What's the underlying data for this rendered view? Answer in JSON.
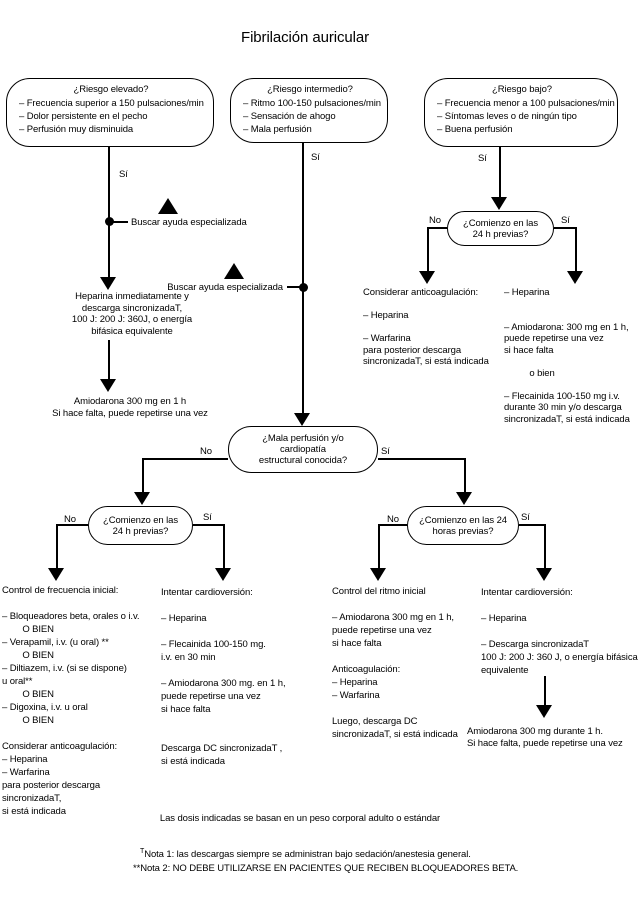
{
  "title": "Fibrilación auricular",
  "labels": {
    "yes": "Sí",
    "no": "No",
    "seek_help": "Buscar ayuda especializada"
  },
  "risk_boxes": {
    "high": {
      "question": "¿Riesgo elevado?",
      "criteria": "– Frecuencia superior a 150 pulsaciones/min\n– Dolor persistente en el pecho\n– Perfusión muy disminuida"
    },
    "intermediate": {
      "question": "¿Riesgo intermedio?",
      "criteria": "– Ritmo 100-150 pulsaciones/min\n– Sensación de ahogo\n– Mala perfusión"
    },
    "low": {
      "question": "¿Riesgo bajo?",
      "criteria": "– Frecuencia menor a 100 pulsaciones/min\n– Síntomas leves o de ningún tipo\n– Buena perfusión"
    }
  },
  "decisions": {
    "onset24_top": "¿Comienzo en las\n24 h previas?",
    "bad_perfusion": "¿Mala perfusión y/o\ncardiopatía\nestructural conocida?",
    "onset24_left": "¿Comienzo en las\n24 h previas?",
    "onset24_right": "¿Comienzo en las 24\nhoras previas?"
  },
  "high_branch": {
    "heparin_shock": "Heparina inmediatamente y\ndescarga sincronizadaT,\n100 J: 200 J: 360J, o energía\nbifásica equivalente",
    "amiodarone": "Amiodarona 300 mg en 1 h\nSi hace falta, puede repetirse una vez"
  },
  "low_branch": {
    "no_block": "Considerar anticoagulación:\n\n– Heparina\n\n– Warfarina\npara posterior descarga\nsincronizadaT, si está indicada",
    "yes_block": "– Heparina\n\n\n– Amiodarona: 300 mg en 1 h,\npuede repetirse una vez\nsi hace falta\n\n          o bien\n\n– Flecainida 100-150 mg i.v.\ndurante 30 min y/o descarga\nsincronizadaT, si está indicada"
  },
  "columns": {
    "rate_control": "Control de frecuencia inicial:\n\n– Bloqueadores beta, orales o i.v.\n        O BIEN\n– Verapamil, i.v. (u oral) **\n        O BIEN\n– Diltiazem, i.v. (si se dispone)\nu oral**\n        O BIEN\n– Digoxina, i.v. u oral\n        O BIEN\n\nConsiderar anticoagulación:\n– Heparina\n– Warfarina\npara posterior descarga\nsincronizadaT,\nsi está indicada",
    "cardioversion_left": "Intentar cardioversión:\n\n– Heparina\n\n– Flecainida 100-150 mg.\ni.v. en 30 min\n\n– Amiodarona 300 mg. en 1 h,\npuede repetirse una vez\nsi hace falta\n\n\nDescarga DC sincronizadaT ,\nsi está indicada",
    "rhythm_control": "Control del ritmo inicial\n\n– Amiodarona 300 mg en 1 h,\npuede repetirse una vez\nsi hace falta\n\nAnticoagulación:\n– Heparina\n– Warfarina\n\nLuego, descarga DC\nsincronizadaT, si está indicada",
    "cardioversion_right": "Intentar cardioversión:\n\n– Heparina\n\n– Descarga sincronizadaT\n100 J: 200 J: 360 J, o energía bifásica\nequivalente",
    "amiodarone_final": "Amiodarona 300 mg durante 1 h.\nSi hace falta, puede repetirse una vez"
  },
  "footnotes": {
    "doses": "Las dosis indicadas se basan en un peso corporal adulto o estándar",
    "note1_sup": "T",
    "note1": "Nota 1: las descargas siempre se administran bajo sedación/anestesia general.",
    "note2": "**Nota 2: NO DEBE UTILIZARSE EN PACIENTES QUE RECIBEN BLOQUEADORES BETA."
  }
}
